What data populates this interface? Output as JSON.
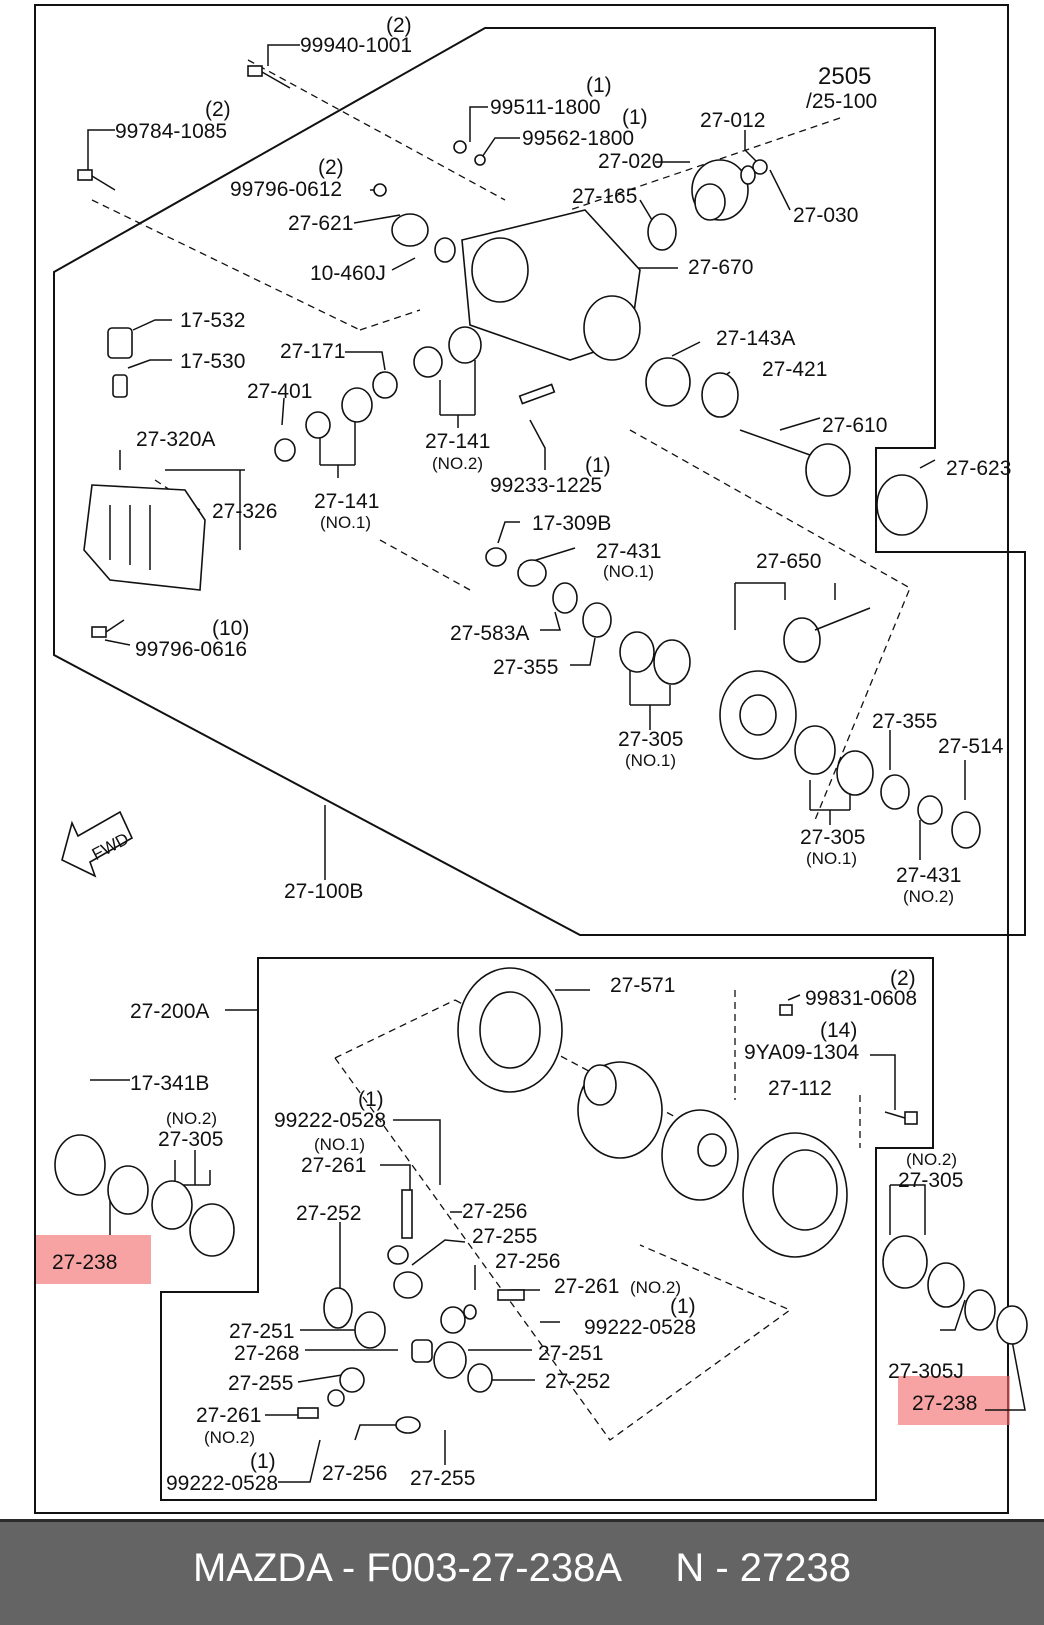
{
  "labels": {
    "qty_2a": "(2)",
    "p_99940": "99940-1001",
    "qty_2b": "(2)",
    "p_99784": "99784-1085",
    "ref_2505": "2505",
    "ref_25100": "/25-100",
    "qty_1a": "(1)",
    "p_99511": "99511-1800",
    "qty_1b": "(1)",
    "p_99562": "99562-1800",
    "p_27012": "27-012",
    "p_27020": "27-020",
    "p_27030": "27-030",
    "qty_2c": "(2)",
    "p_99796_0612": "99796-0612",
    "p_27621": "27-621",
    "p_27165": "27-165",
    "p_10460": "10-460J",
    "p_27670": "27-670",
    "p_17532": "17-532",
    "p_17530": "17-530",
    "p_27171": "27-171",
    "p_27143a": "27-143A",
    "p_27421": "27-421",
    "p_27401": "27-401",
    "p_27610": "27-610",
    "p_27320a": "27-320A",
    "p_27141_no2": "27-141",
    "no2_a": "(NO.2)",
    "qty_1c": "(1)",
    "p_99233": "99233-1225",
    "p_27623": "27-623",
    "p_27326": "27-326",
    "p_27141_no1": "27-141",
    "no1_a": "(NO.1)",
    "p_17309b": "17-309B",
    "p_27431_no1": "27-431",
    "no1_b": "(NO.1)",
    "p_27650": "27-650",
    "qty_10": "(10)",
    "p_99796_0616": "99796-0616",
    "p_27583a": "27-583A",
    "p_27355a": "27-355",
    "p_27355b": "27-355",
    "p_27514": "27-514",
    "p_27305_no1a": "27-305",
    "no1_c": "(NO.1)",
    "p_27305_no1b": "27-305",
    "no1_d": "(NO.1)",
    "fwd": "FWD",
    "p_27431_no2": "27-431",
    "no2_b": "(NO.2)",
    "p_27100b": "27-100B",
    "p_27200a": "27-200A",
    "p_27571": "27-571",
    "qty_2d": "(2)",
    "p_99831": "99831-0608",
    "qty_14": "(14)",
    "p_9ya09": "9YA09-1304",
    "p_17341b": "17-341B",
    "p_27112": "27-112",
    "no2_c": "(NO.2)",
    "p_27305_no2a": "27-305",
    "qty_1d": "(1)",
    "p_99222_a": "99222-0528",
    "no1_e": "(NO.1)",
    "p_27261_no1": "27-261",
    "no2_d": "(NO.2)",
    "p_27305_no2b": "27-305",
    "p_27252a": "27-252",
    "p_27256a": "27-256",
    "p_27255a": "27-255",
    "p_27238_left": "27-238",
    "p_27256b": "27-256",
    "p_27261_no2a": "27-261",
    "no2_e": "(NO.2)",
    "qty_1e": "(1)",
    "p_99222_b": "99222-0528",
    "p_27251a": "27-251",
    "p_27268": "27-268",
    "p_27251b": "27-251",
    "p_27255b": "27-255",
    "p_27252b": "27-252",
    "p_27305j": "27-305J",
    "p_27238_right": "27-238",
    "p_27261_no2b": "27-261",
    "no2_f": "(NO.2)",
    "qty_1f": "(1)",
    "p_99222_c": "99222-0528",
    "p_27256c": "27-256",
    "p_27255c": "27-255"
  },
  "footer": {
    "text": "MAZDA - F003-27-238A     N - 27238"
  },
  "colors": {
    "highlight": "#f26b6b",
    "footer_bg": "#646464"
  }
}
